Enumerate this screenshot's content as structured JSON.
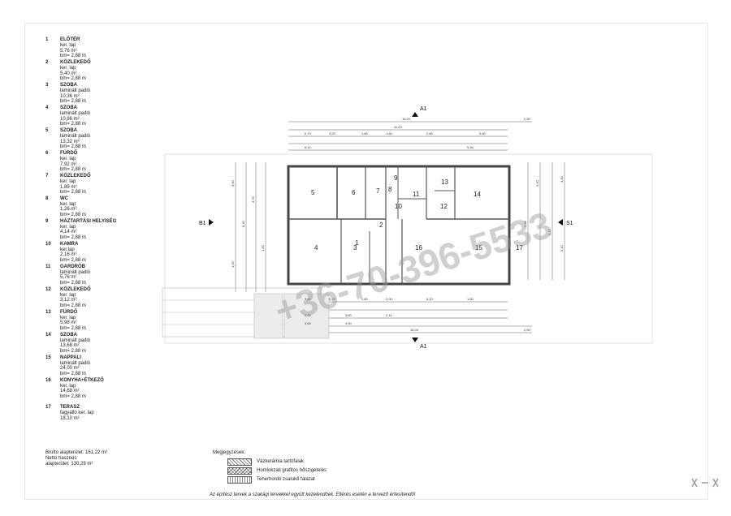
{
  "rooms": [
    {
      "num": "1",
      "name": "ELŐTÉR",
      "lines": [
        "ker. lap",
        "5,76 m²",
        "bm= 2,88 m"
      ]
    },
    {
      "num": "2",
      "name": "KÖZLEKEDŐ",
      "lines": [
        "ker. lap",
        "5,40 m²",
        "bm= 2,88 m"
      ]
    },
    {
      "num": "3",
      "name": "SZOBA",
      "lines": [
        "laminált padló",
        "10,36 m²",
        "bm= 2,88 m"
      ]
    },
    {
      "num": "4",
      "name": "SZOBA",
      "lines": [
        "laminált padló",
        "10,86 m²",
        "bm= 2,88 m"
      ]
    },
    {
      "num": "5",
      "name": "SZOBA",
      "lines": [
        "laminált padló",
        "13,32 m²",
        "bm= 2,88 m"
      ]
    },
    {
      "num": "6",
      "name": "FÜRDŐ",
      "lines": [
        "ker. lap",
        "7,92 m²",
        "bm= 2,88 m"
      ]
    },
    {
      "num": "7",
      "name": "KÖZLEKEDŐ",
      "lines": [
        "ker. lap",
        "1,89 m²",
        "bm= 2,88 m"
      ]
    },
    {
      "num": "8",
      "name": "WC",
      "lines": [
        "ker. lap",
        "1,26 m²",
        "bm= 2,88 m"
      ]
    },
    {
      "num": "9",
      "name": "HÁZTARTÁSI HELYISÉG",
      "lines": [
        "ker. lap",
        "4,14 m²",
        "bm= 2,88 m"
      ]
    },
    {
      "num": "10",
      "name": "KAMRA",
      "lines": [
        "ker.lap",
        "2,16 m²",
        "bm= 2,88 m"
      ]
    },
    {
      "num": "11",
      "name": "GARDRÓB",
      "lines": [
        "laminált padló",
        "5,76 m²",
        "bm= 2,88 m"
      ]
    },
    {
      "num": "12",
      "name": "KÖZLEKEDŐ",
      "lines": [
        "ker. lap",
        "3,12 m²",
        "bm= 2,88 m"
      ]
    },
    {
      "num": "13",
      "name": "FÜRDŐ",
      "lines": [
        "ker. lap",
        "5,98 m²",
        "bm= 2,88 m"
      ]
    },
    {
      "num": "14",
      "name": "SZOBA",
      "lines": [
        "laminált padló",
        "13,68 m²",
        "bm= 2,88 m"
      ]
    },
    {
      "num": "15",
      "name": "NAPPALI",
      "lines": [
        "laminált padló",
        "24,00 m²",
        "bm= 2,88 m"
      ]
    },
    {
      "num": "16",
      "name": "KONYHA+ÉTKEZŐ",
      "lines": [
        "ker. lap",
        "14,68 m²",
        "bm= 2,88 m"
      ]
    },
    {
      "num": "17",
      "name": "TERASZ",
      "lines": [
        "fagyálló ker. lap",
        "18,10 m²"
      ]
    }
  ],
  "areas": {
    "brutto": "Brutto alapterület: 161,22 m²",
    "netto1": "Netto hasznos",
    "netto2": "alapterület: 130,29 m²"
  },
  "notes": {
    "title": "Megjegyzések:",
    "items": [
      "Vázkerámia tartófalak",
      "Homlokzati grafitos hőszigetelés",
      "Teherhordó zsalukő falazat"
    ]
  },
  "footer": "Az építész tervek a szakági tervekkel együtt kezelendőek. Eltérés esetén a tervező értesítendő!",
  "plan": {
    "watermark": "+36-70-396-5533",
    "section_marks": {
      "a1": "A1",
      "b1": "B1",
      "s1": "S1"
    },
    "room_numbers": [
      "1",
      "2",
      "3",
      "4",
      "5",
      "6",
      "7",
      "8",
      "9",
      "10",
      "11",
      "12",
      "13",
      "14",
      "15",
      "16",
      "17"
    ],
    "dims_top": [
      "16,00",
      "2,50",
      "11,20",
      "2,70",
      "3,20",
      "1,60",
      "1,50",
      "2,60",
      "3,60",
      "6,10",
      "5,46"
    ],
    "dims_bottom": [
      "3,50",
      "5,25",
      "2,80",
      "2,00",
      "6,10",
      "1,60",
      "3,30",
      "3,60",
      "2,10",
      "3,50",
      "4,00",
      "16,00",
      "2,50"
    ],
    "dims_left": [
      "3,60",
      "8,30",
      "3,75",
      "1,90",
      "1,25"
    ],
    "dims_right": [
      "4,40",
      "3,60",
      "2,98",
      "3,10",
      "9,10"
    ]
  },
  "colors": {
    "line": "#333333",
    "grid": "#d0d0d0",
    "wall": "#555555"
  }
}
